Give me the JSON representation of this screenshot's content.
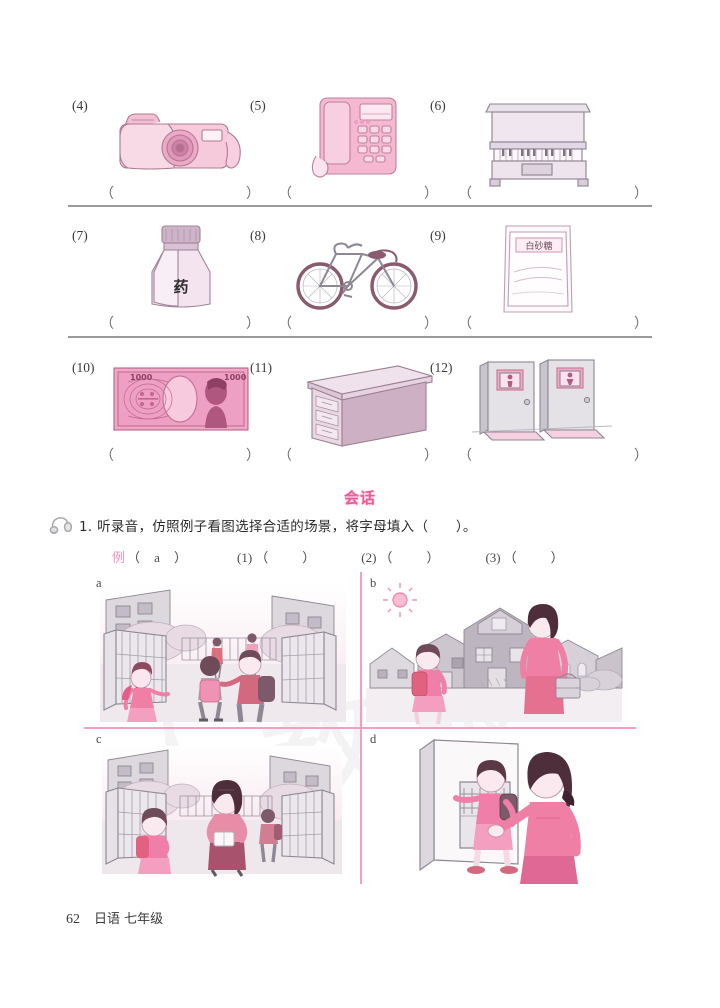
{
  "page": {
    "number": "62",
    "book_title": "日语 七年级",
    "background_watermark": "人教版"
  },
  "picture_exercise": {
    "items": [
      {
        "num": "(4)",
        "icon": "camera-illustration",
        "label_on_art": "",
        "answer": ""
      },
      {
        "num": "(5)",
        "icon": "telephone-illustration",
        "label_on_art": "",
        "answer": ""
      },
      {
        "num": "(6)",
        "icon": "piano-illustration",
        "label_on_art": "",
        "answer": ""
      },
      {
        "num": "(7)",
        "icon": "medicine-bottle-illustration",
        "label_on_art": "药",
        "answer": ""
      },
      {
        "num": "(8)",
        "icon": "bicycle-illustration",
        "label_on_art": "",
        "answer": ""
      },
      {
        "num": "(9)",
        "icon": "sugar-bag-illustration",
        "label_on_art": "白砂糖",
        "answer": ""
      },
      {
        "num": "(10)",
        "icon": "banknote-illustration",
        "label_on_art": "1000",
        "answer": ""
      },
      {
        "num": "(11)",
        "icon": "desk-illustration",
        "label_on_art": "",
        "answer": ""
      },
      {
        "num": "(12)",
        "icon": "restroom-doors-illustration",
        "label_on_art": "",
        "answer": ""
      }
    ],
    "paren_open": "（",
    "paren_close": "）"
  },
  "section": {
    "banner_label": "会话"
  },
  "listening_exercise": {
    "icon": "headphone-icon",
    "instruction": "1. 听录音，仿照例子看图选择合适的场景，将字母填入（　　）。",
    "answers": [
      {
        "label": "例",
        "is_example": true,
        "value": "a"
      },
      {
        "label": "(1)",
        "is_example": false,
        "value": ""
      },
      {
        "label": "(2)",
        "is_example": false,
        "value": ""
      },
      {
        "label": "(3)",
        "is_example": false,
        "value": ""
      }
    ],
    "paren_open": "（",
    "paren_close": "）",
    "panels": [
      {
        "key": "a",
        "scene": "students-greeting-at-school-gate"
      },
      {
        "key": "b",
        "scene": "girl-meets-woman-on-street"
      },
      {
        "key": "c",
        "scene": "girl-and-teacher-at-school-gate"
      },
      {
        "key": "d",
        "scene": "girl-leaving-home-through-door"
      }
    ]
  },
  "colors": {
    "accent_pink": "#f05a96",
    "divider_pink": "#f79cc2",
    "divider_gray": "#9a9a9a",
    "art_pink": "#e79ab8",
    "art_gray": "#9a9aa4"
  }
}
